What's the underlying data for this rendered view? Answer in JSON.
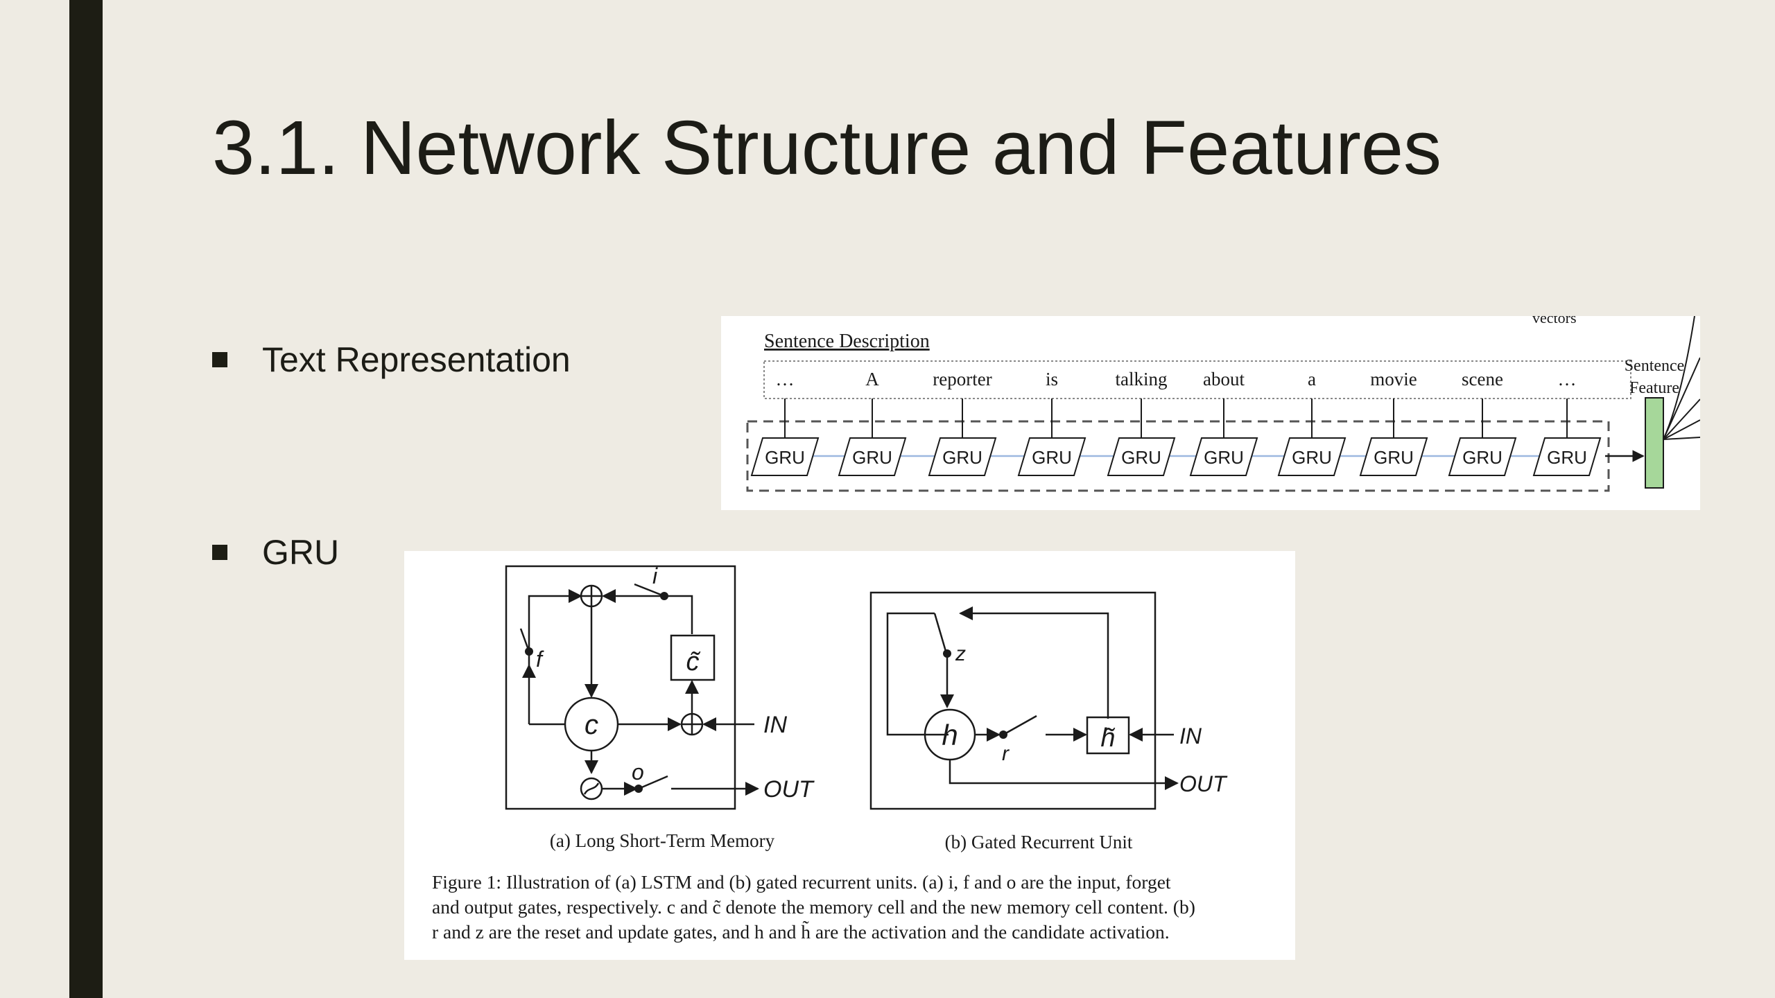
{
  "slide": {
    "title": "3.1. Network Structure and Features",
    "bullets": [
      {
        "text": "Text Representation"
      },
      {
        "text": "GRU"
      }
    ]
  },
  "sentence_figure": {
    "top_fragment": "vectors",
    "heading": "Sentence Description",
    "words": [
      "…",
      "A",
      "reporter",
      "is",
      "talking",
      "about",
      "a",
      "movie",
      "scene",
      "…"
    ],
    "unit_label": "GRU",
    "feature_label_line1": "Sentence",
    "feature_label_line2": "Feature",
    "colors": {
      "feature_box": "#a6d79a",
      "recurrent_link": "#9db8e0"
    }
  },
  "gates_figure": {
    "lstm": {
      "gate_i": "i",
      "gate_f": "f",
      "gate_o": "o",
      "cell": "c",
      "candidate": "c̃",
      "input": "IN",
      "output": "OUT",
      "caption": "(a) Long Short-Term Memory"
    },
    "gru": {
      "gate_z": "z",
      "gate_r": "r",
      "activation": "h",
      "candidate": "h̃",
      "input": "IN",
      "output": "OUT",
      "caption": "(b) Gated Recurrent Unit"
    },
    "caption_lines": [
      "Figure 1:  Illustration of (a) LSTM and (b) gated recurrent units. (a) i, f and o are the input, forget",
      "and output gates, respectively. c and c̃ denote the memory cell and the new memory cell content. (b)",
      "r and z are the reset and update gates, and h and h̃ are the activation and the candidate activation."
    ]
  }
}
